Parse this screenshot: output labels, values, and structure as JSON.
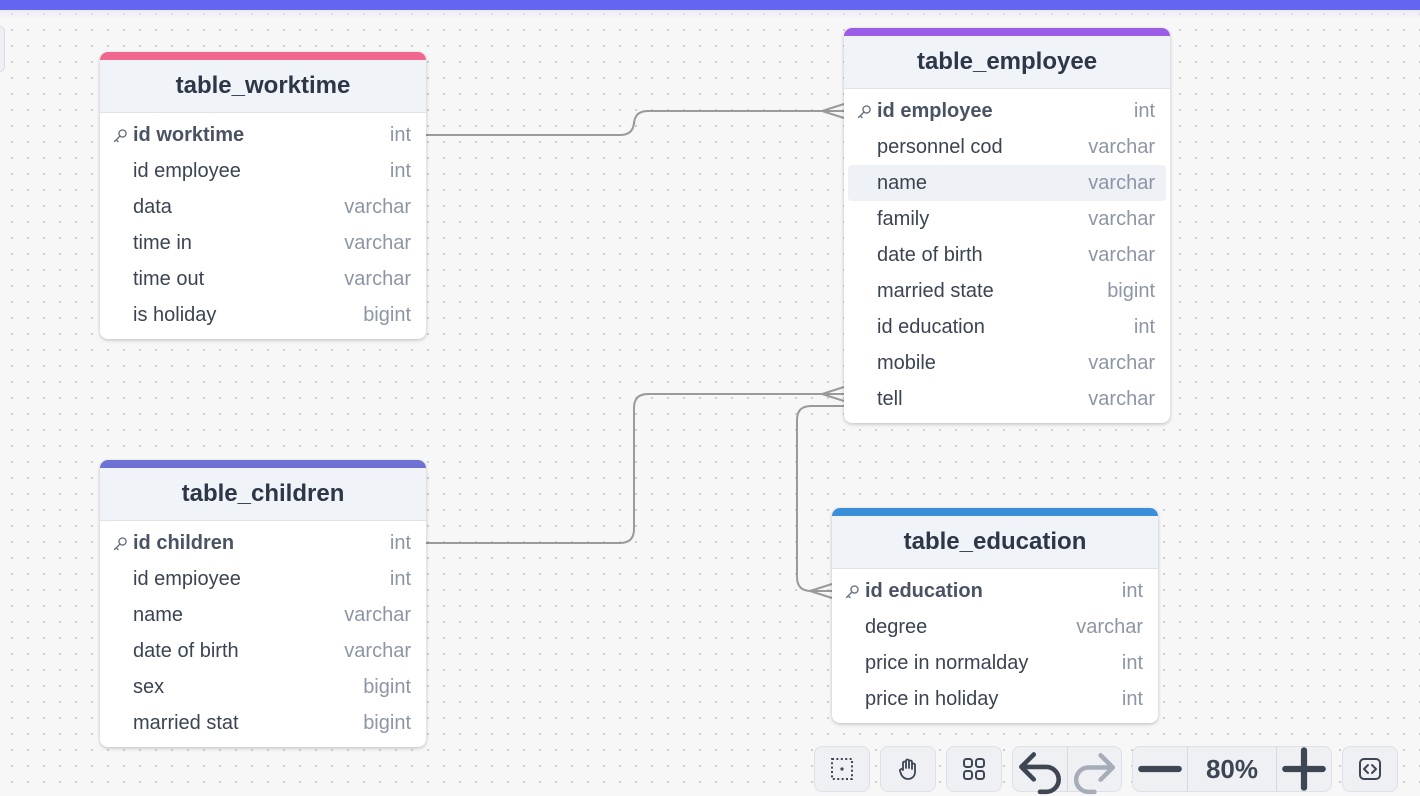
{
  "tables": {
    "worktime": {
      "title": "table_worktime",
      "accent": "#f0668f",
      "fields": [
        {
          "name": "id worktime",
          "type": "int",
          "pk": true
        },
        {
          "name": "id employee",
          "type": "int"
        },
        {
          "name": "data",
          "type": "varchar"
        },
        {
          "name": "time in",
          "type": "varchar"
        },
        {
          "name": "time out",
          "type": "varchar"
        },
        {
          "name": "is holiday",
          "type": "bigint"
        }
      ]
    },
    "employee": {
      "title": "table_employee",
      "accent": "#9b5de5",
      "fields": [
        {
          "name": "id employee",
          "type": "int",
          "pk": true
        },
        {
          "name": "personnel cod",
          "type": "varchar"
        },
        {
          "name": "name",
          "type": "varchar",
          "highlighted": true
        },
        {
          "name": "family",
          "type": "varchar"
        },
        {
          "name": "date of birth",
          "type": "varchar"
        },
        {
          "name": "married state",
          "type": "bigint"
        },
        {
          "name": "id education",
          "type": "int"
        },
        {
          "name": "mobile",
          "type": "varchar"
        },
        {
          "name": "tell",
          "type": "varchar"
        }
      ]
    },
    "children": {
      "title": "table_children",
      "accent": "#6d72d4",
      "fields": [
        {
          "name": "id children",
          "type": "int",
          "pk": true
        },
        {
          "name": "id empioyee",
          "type": "int"
        },
        {
          "name": "name",
          "type": "varchar"
        },
        {
          "name": "date of birth",
          "type": "varchar"
        },
        {
          "name": "sex",
          "type": "bigint"
        },
        {
          "name": "married stat",
          "type": "bigint"
        }
      ]
    },
    "education": {
      "title": "table_education",
      "accent": "#3b8fd9",
      "fields": [
        {
          "name": "id education",
          "type": "int",
          "pk": true
        },
        {
          "name": "degree",
          "type": "varchar"
        },
        {
          "name": "price in normalday",
          "type": "int"
        },
        {
          "name": "price in holiday",
          "type": "int"
        }
      ]
    }
  },
  "toolbar": {
    "zoom_label": "80%",
    "icons": [
      "fit-view-icon",
      "hand-icon",
      "arrange-icon",
      "undo-icon",
      "redo-icon",
      "zoom-out-icon",
      "zoom-in-icon",
      "code-icon"
    ]
  },
  "colors": {
    "top_bar": "#6366f1",
    "relation_line": "#9a9a9a"
  }
}
